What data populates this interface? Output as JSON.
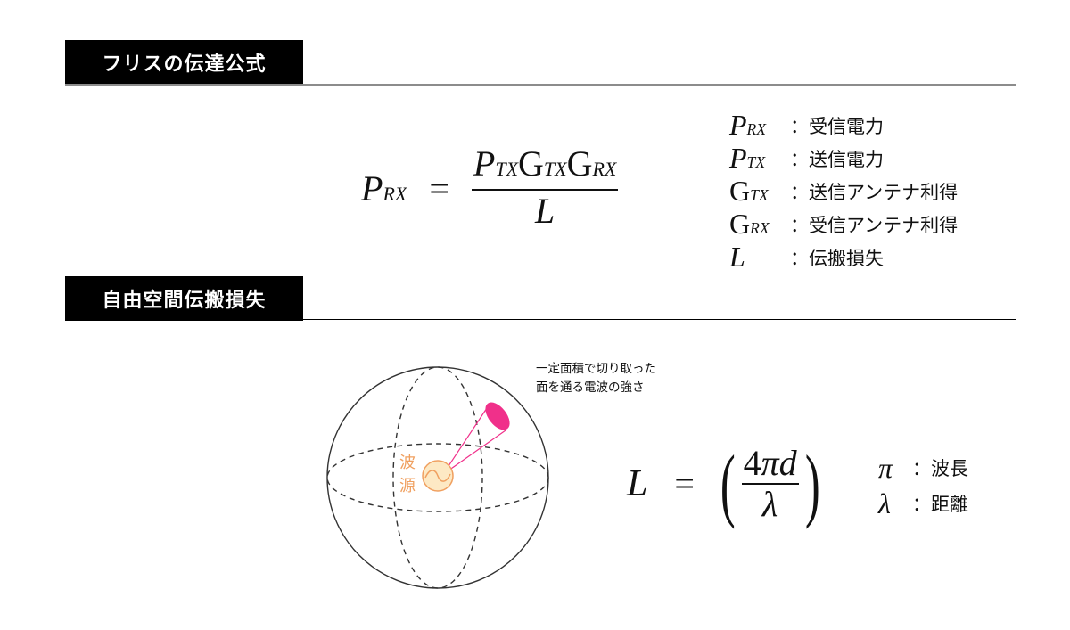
{
  "sections": {
    "friis": {
      "title": "フリスの伝達公式"
    },
    "free_space": {
      "title": "自由空間伝搬損失"
    }
  },
  "friis_formula": {
    "lhs": {
      "symbol": "P",
      "sub": "RX"
    },
    "equals": "=",
    "numerator": [
      {
        "symbol": "P",
        "sub": "TX"
      },
      {
        "symbol": "G",
        "sub": "TX"
      },
      {
        "symbol": "G",
        "sub": "RX"
      }
    ],
    "denominator": "L"
  },
  "friis_legend": [
    {
      "symbol": "P",
      "sub": "RX",
      "desc": "：受信電力"
    },
    {
      "symbol": "P",
      "sub": "TX",
      "desc": "：送信電力"
    },
    {
      "symbol": "G",
      "sub": "TX",
      "desc": "：送信アンテナ利得"
    },
    {
      "symbol": "G",
      "sub": "RX",
      "desc": "：受信アンテナ利得"
    },
    {
      "symbol": "L",
      "sub": "",
      "desc": "：伝搬損失"
    }
  ],
  "diagram": {
    "source_label_1": "波",
    "source_label_2": "源",
    "caption_line1": "一定面積で切り取った",
    "caption_line2": "面を通る電波の強さ",
    "colors": {
      "source": "#f0a060",
      "source_fill": "#fde9c4",
      "cone": "#f0308a",
      "sphere": "#333333"
    }
  },
  "loss_formula": {
    "lhs": "L",
    "equals": "=",
    "left_paren": "(",
    "right_paren": ")",
    "num_coeff": "4",
    "num_pi": "π",
    "num_d": "d",
    "denominator": "λ"
  },
  "loss_legend": [
    {
      "symbol": "π",
      "desc": "：波長"
    },
    {
      "symbol": "λ",
      "desc": "：距離"
    }
  ]
}
